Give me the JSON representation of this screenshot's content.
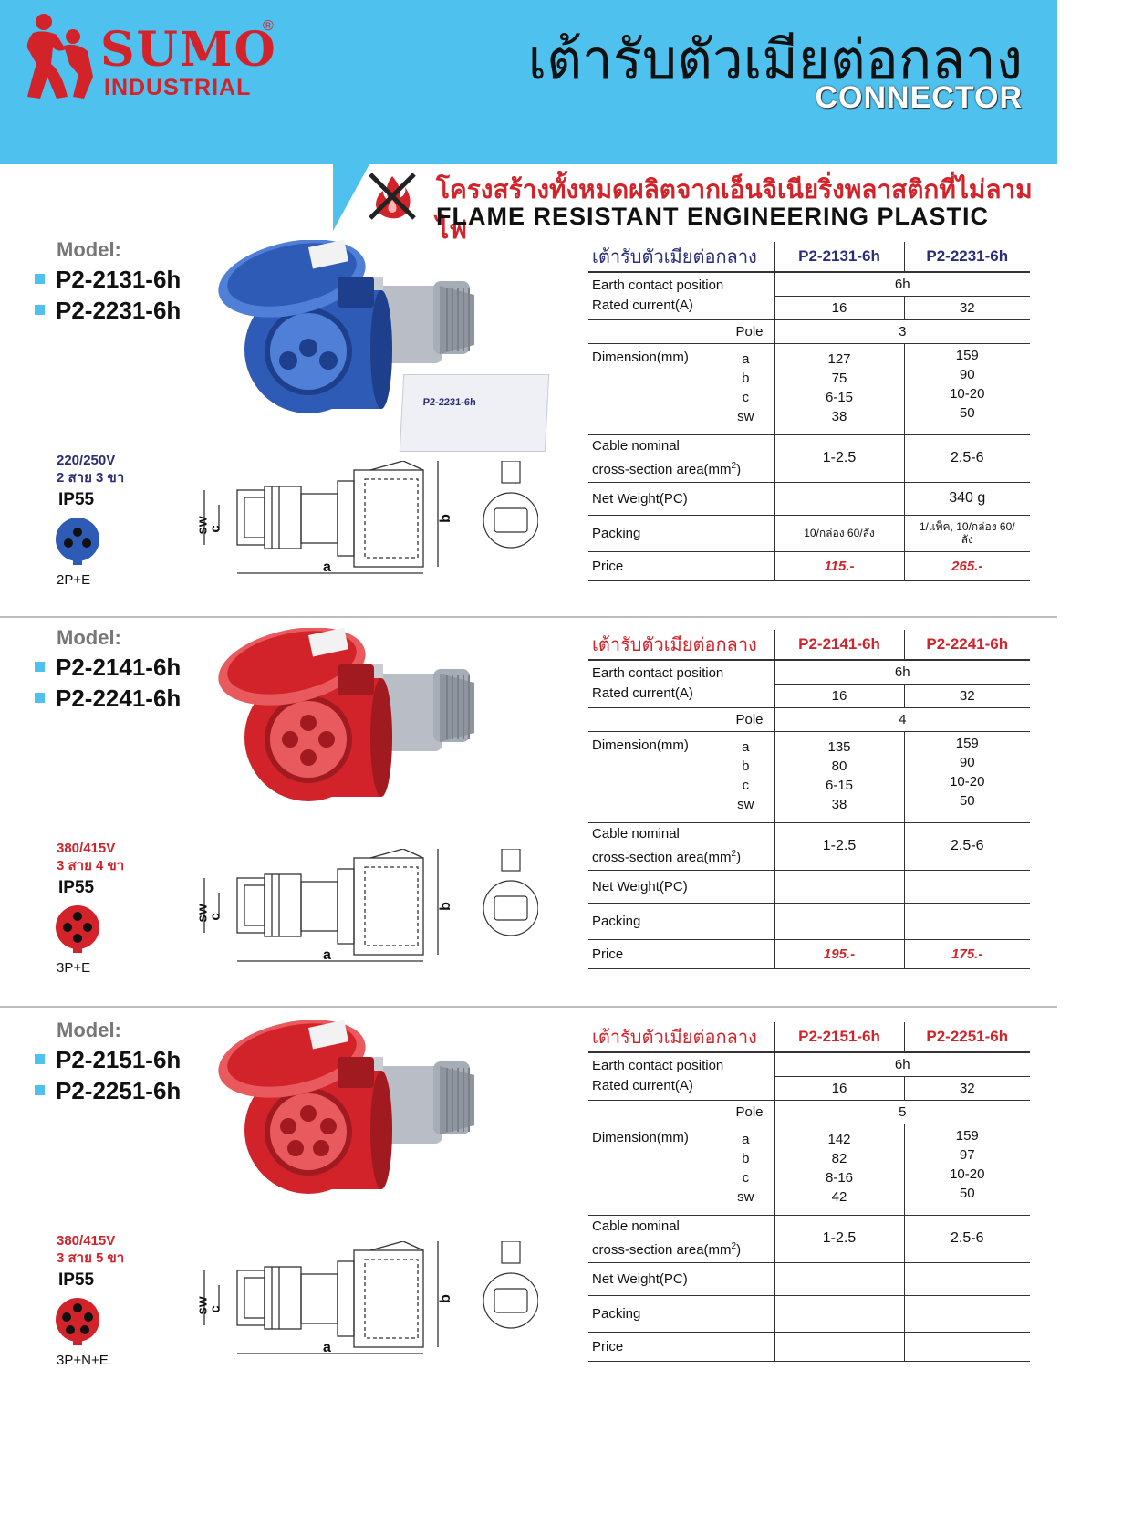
{
  "brand": {
    "name": "SUMO",
    "sub": "INDUSTRIAL",
    "reg": "®"
  },
  "title": {
    "th": "เต้ารับตัวเมียต่อกลาง",
    "en": "CONNECTOR"
  },
  "banner": {
    "th": "โครงสร้างทั้งหมดผลิตจากเอ็นจิเนียริ่งพลาสติกที่ไม่ลามไฟ",
    "en": "FLAME RESISTANT ENGINEERING PLASTIC"
  },
  "colors": {
    "header": "#4ec1ee",
    "accent_red": "#d3232a",
    "blue": "#2e5bb5",
    "navy": "#2b2d7a"
  },
  "labels": {
    "model": "Model:",
    "table_title": "เต้ารับตัวเมียต่อกลาง",
    "earth": "Earth contact position",
    "rated": "Rated current(A)",
    "pole": "Pole",
    "dimension": "Dimension(mm)",
    "dim_keys": [
      "a",
      "b",
      "c",
      "sw"
    ],
    "cable1": "Cable nominal",
    "cable2": "cross-section area(mm",
    "cable_sup": "2",
    "cable_close": ")",
    "weight": "Net Weight(PC)",
    "packing": "Packing",
    "price": "Price",
    "diagram_a": "a",
    "diagram_b": "b",
    "diagram_c": "c",
    "diagram_sw": "sw"
  },
  "products": [
    {
      "models": [
        "P2-2131-6h",
        "P2-2231-6h"
      ],
      "voltage": "220/250V",
      "wires": "2 สาย 3 ขา",
      "ip": "IP55",
      "pole_config": "2P+E",
      "color_name": "blue",
      "earth": "6h",
      "rated": [
        "16",
        "32"
      ],
      "pole": "3",
      "dims": [
        [
          "127",
          "75",
          "6-15",
          "38"
        ],
        [
          "159",
          "90",
          "10-20",
          "50"
        ]
      ],
      "cable": [
        "1-2.5",
        "2.5-6"
      ],
      "weight": [
        "",
        "340 g"
      ],
      "packing": [
        "10/กล่อง 60/ลัง",
        "1/แพ็ค, 10/กล่อง 60/ลัง"
      ],
      "price": [
        "115.-",
        "265.-"
      ],
      "box_label": "P2-2231-6h"
    },
    {
      "models": [
        "P2-2141-6h",
        "P2-2241-6h"
      ],
      "voltage": "380/415V",
      "wires": "3 สาย 4 ขา",
      "ip": "IP55",
      "pole_config": "3P+E",
      "color_name": "red",
      "earth": "6h",
      "rated": [
        "16",
        "32"
      ],
      "pole": "4",
      "dims": [
        [
          "135",
          "80",
          "6-15",
          "38"
        ],
        [
          "159",
          "90",
          "10-20",
          "50"
        ]
      ],
      "cable": [
        "1-2.5",
        "2.5-6"
      ],
      "weight": [
        "",
        ""
      ],
      "packing": [
        "",
        ""
      ],
      "price": [
        "195.-",
        "175.-"
      ]
    },
    {
      "models": [
        "P2-2151-6h",
        "P2-2251-6h"
      ],
      "voltage": "380/415V",
      "wires": "3 สาย 5 ขา",
      "ip": "IP55",
      "pole_config": "3P+N+E",
      "color_name": "red",
      "earth": "6h",
      "rated": [
        "16",
        "32"
      ],
      "pole": "5",
      "dims": [
        [
          "142",
          "82",
          "8-16",
          "42"
        ],
        [
          "159",
          "97",
          "10-20",
          "50"
        ]
      ],
      "cable": [
        "1-2.5",
        "2.5-6"
      ],
      "weight": [
        "",
        ""
      ],
      "packing": [
        "",
        ""
      ],
      "price": [
        "",
        ""
      ]
    }
  ]
}
